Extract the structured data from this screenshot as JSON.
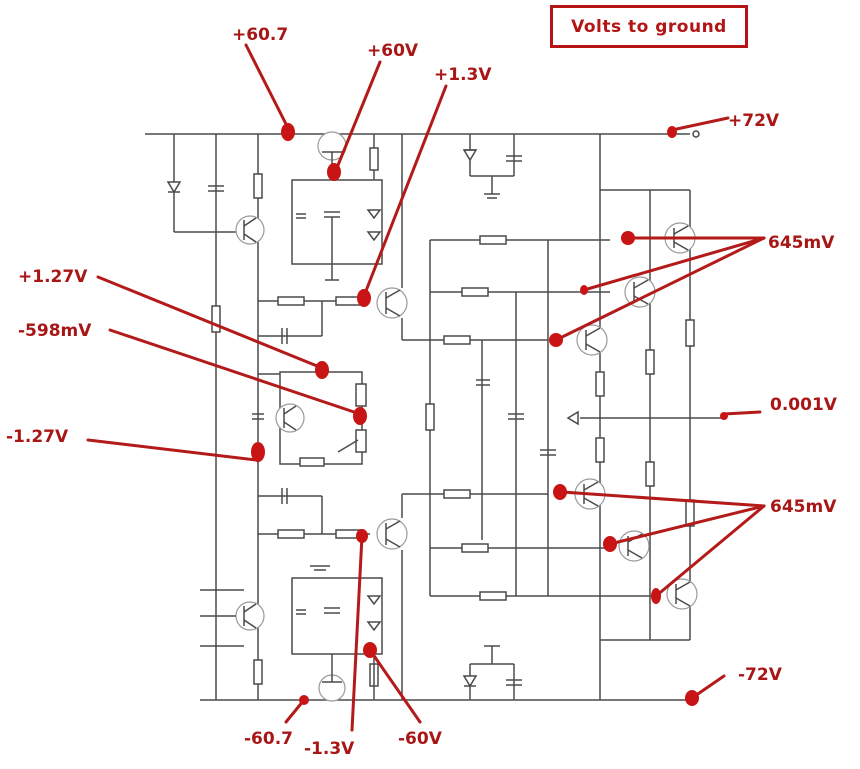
{
  "title": "Volts to ground",
  "labels": {
    "v_60_7_top": "+60.7",
    "v_60v_top": "+60V",
    "v_1_3v_top": "+1.3V",
    "v_72v_top": "+72V",
    "v_1_27v": "+1.27V",
    "v_598mv": "-598mV",
    "v_neg_1_27v": "-1.27V",
    "v_645mv_top": "645mV",
    "v_0_001v": "0.001V",
    "v_645mv_bottom": "645mV",
    "v_neg_72v": "-72V",
    "v_neg_60_7": "-60.7",
    "v_neg_1_3v": "-1.3V",
    "v_neg_60v": "-60V"
  },
  "colors": {
    "annotation": "#b41414",
    "wire": "#4a4a4a"
  }
}
